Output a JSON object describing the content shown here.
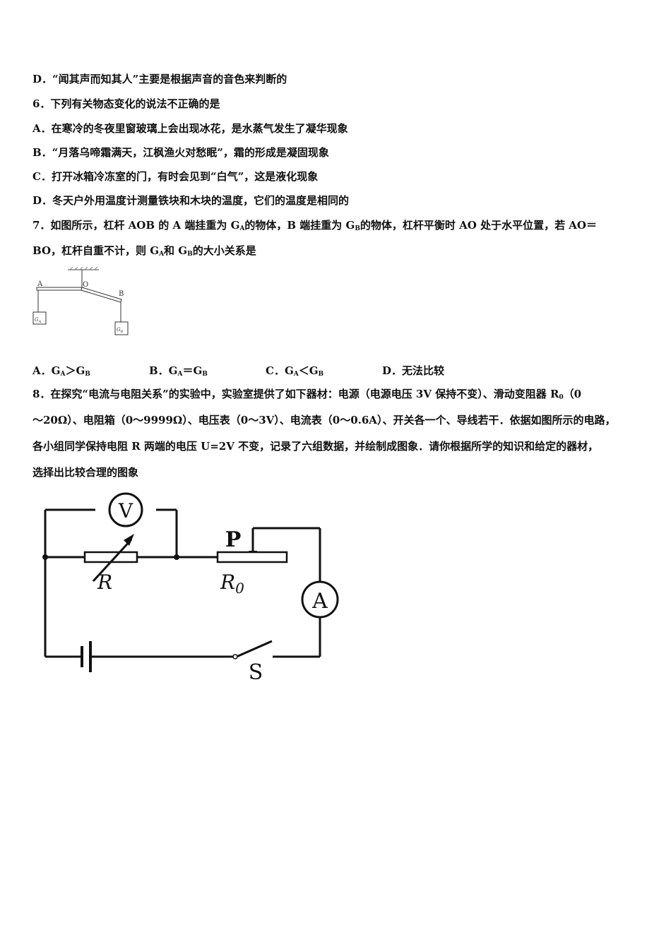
{
  "lines": {
    "q5d": "D．“闻其声而知其人”主要是根据声音的音色来判断的",
    "q6": "6．下列有关物态变化的说法不正确的是",
    "q6a": "A．在寒冷的冬夜里窗玻璃上会出现冰花，是水蒸气发生了凝华现象",
    "q6b": "B．“月落乌啼霜满天，江枫渔火对愁眠”，霜的形成是凝固现象",
    "q6c": "C．打开冰箱冷冻室的门，有时会见到“白气”，这是液化现象",
    "q6d": "D．冬天户外用温度计测量铁块和木块的温度，它们的温度是相同的",
    "q7_part1": "7．如图所示，杠杆 AOB 的 A 端挂重为 G",
    "q7_part2": "的物体，B 端挂重为 G",
    "q7_part3": "的物体，杠杆平衡时 AO 处于水平位置，若 AO＝",
    "q7_line2_part1": "BO，杠杆自重不计，则 G",
    "q7_line2_part2": "和 G",
    "q7_line2_part3": "的大小关系是",
    "q8_1": "8．在探究“电流与电阻关系”的实验中，实验室提供了如下器材：电源（电源电压 3V 保持不变）、滑动变阻器 R",
    "q8_1b": "（0",
    "q8_2": "～20Ω）、电阻箱（0～9999Ω）、电压表（0～3V）、电流表（0～0.6A）、开关各一个、导线若干．依据如图所示的电路，",
    "q8_3": "各小组同学保持电阻 R 两端的电压 U=2V 不变，记录了六组数据，并绘制成图象．请你根据所学的知识和给定的器材，",
    "q8_4": "选择出比较合理的图象"
  },
  "subs": {
    "A": "A",
    "B": "B",
    "zero": "0"
  },
  "options": {
    "a_pre": "A．G",
    "a_mid": "＞G",
    "b_pre": "B．G",
    "b_mid": "＝G",
    "c_pre": "C．G",
    "c_mid": "＜G",
    "d": "D．无法比较"
  },
  "lever_figure": {
    "label_A": "A",
    "label_O": "O",
    "label_B": "B",
    "weight_A": "G",
    "weight_B": "G",
    "sub_A": "A",
    "sub_B": "B"
  },
  "circuit": {
    "voltmeter": "V",
    "ammeter": "A",
    "slider": "P",
    "resistor": "R",
    "rheostat": "R",
    "rheostat_sub": "0",
    "switch": "S"
  }
}
